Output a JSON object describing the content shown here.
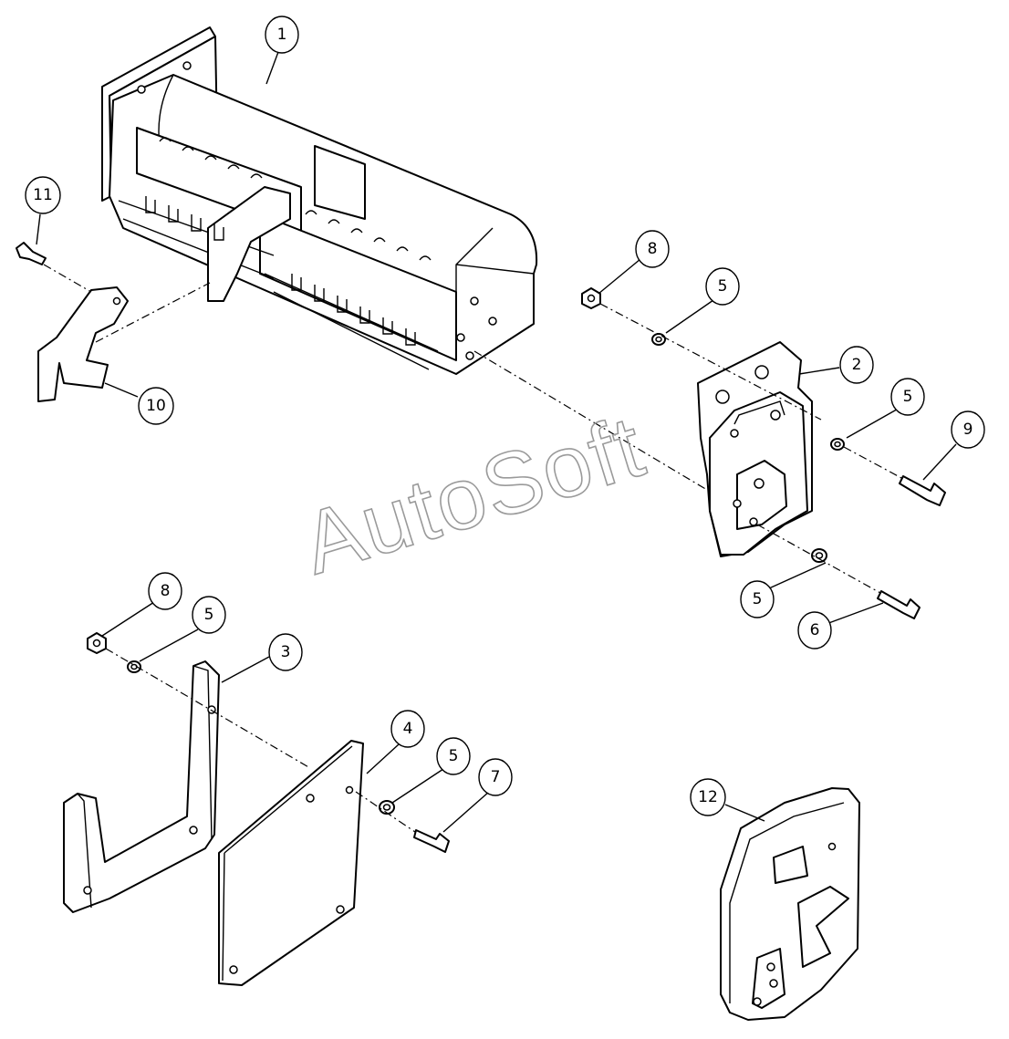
{
  "callouts": [
    {
      "id": "c1",
      "label": "1"
    },
    {
      "id": "c2",
      "label": "2"
    },
    {
      "id": "c3",
      "label": "3"
    },
    {
      "id": "c4",
      "label": "4"
    },
    {
      "id": "c5a",
      "label": "5"
    },
    {
      "id": "c5b",
      "label": "5"
    },
    {
      "id": "c5c",
      "label": "5"
    },
    {
      "id": "c5d",
      "label": "5"
    },
    {
      "id": "c5e",
      "label": "5"
    },
    {
      "id": "c6",
      "label": "6"
    },
    {
      "id": "c7",
      "label": "7"
    },
    {
      "id": "c8a",
      "label": "8"
    },
    {
      "id": "c8b",
      "label": "8"
    },
    {
      "id": "c9",
      "label": "9"
    },
    {
      "id": "c10",
      "label": "10"
    },
    {
      "id": "c11",
      "label": "11"
    },
    {
      "id": "c12",
      "label": "12"
    }
  ],
  "watermark": "AutoSoft"
}
